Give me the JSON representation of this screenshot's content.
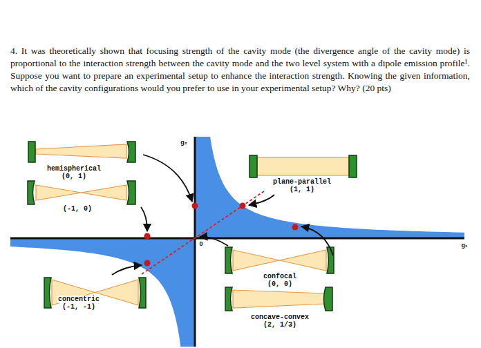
{
  "diagram": {
    "labels": [
      "4. It was theoretically shown that focusing strength of the cavity mode (the divergence angle of the cavity mode) is proportional to the interaction strength between the cavity mode and the two level system with a dipole emission profile¹. Suppose you want to prepare an experimental setup to enhance the interaction strength. Knowing the given information, which of the cavity configurations would you prefer to use in your experimental setup? Why? (20 pts)",
      "g₂",
      "hemispherical",
      "(0, 1)",
      "plane-parallel",
      "(1, 1)",
      "(-1, 0)",
      "g₁",
      "0",
      "confocal",
      "(0, 0)",
      "concentric",
      "(-1, -1)",
      "concave-convex",
      "(2, 1/3)"
    ]
  }
}
